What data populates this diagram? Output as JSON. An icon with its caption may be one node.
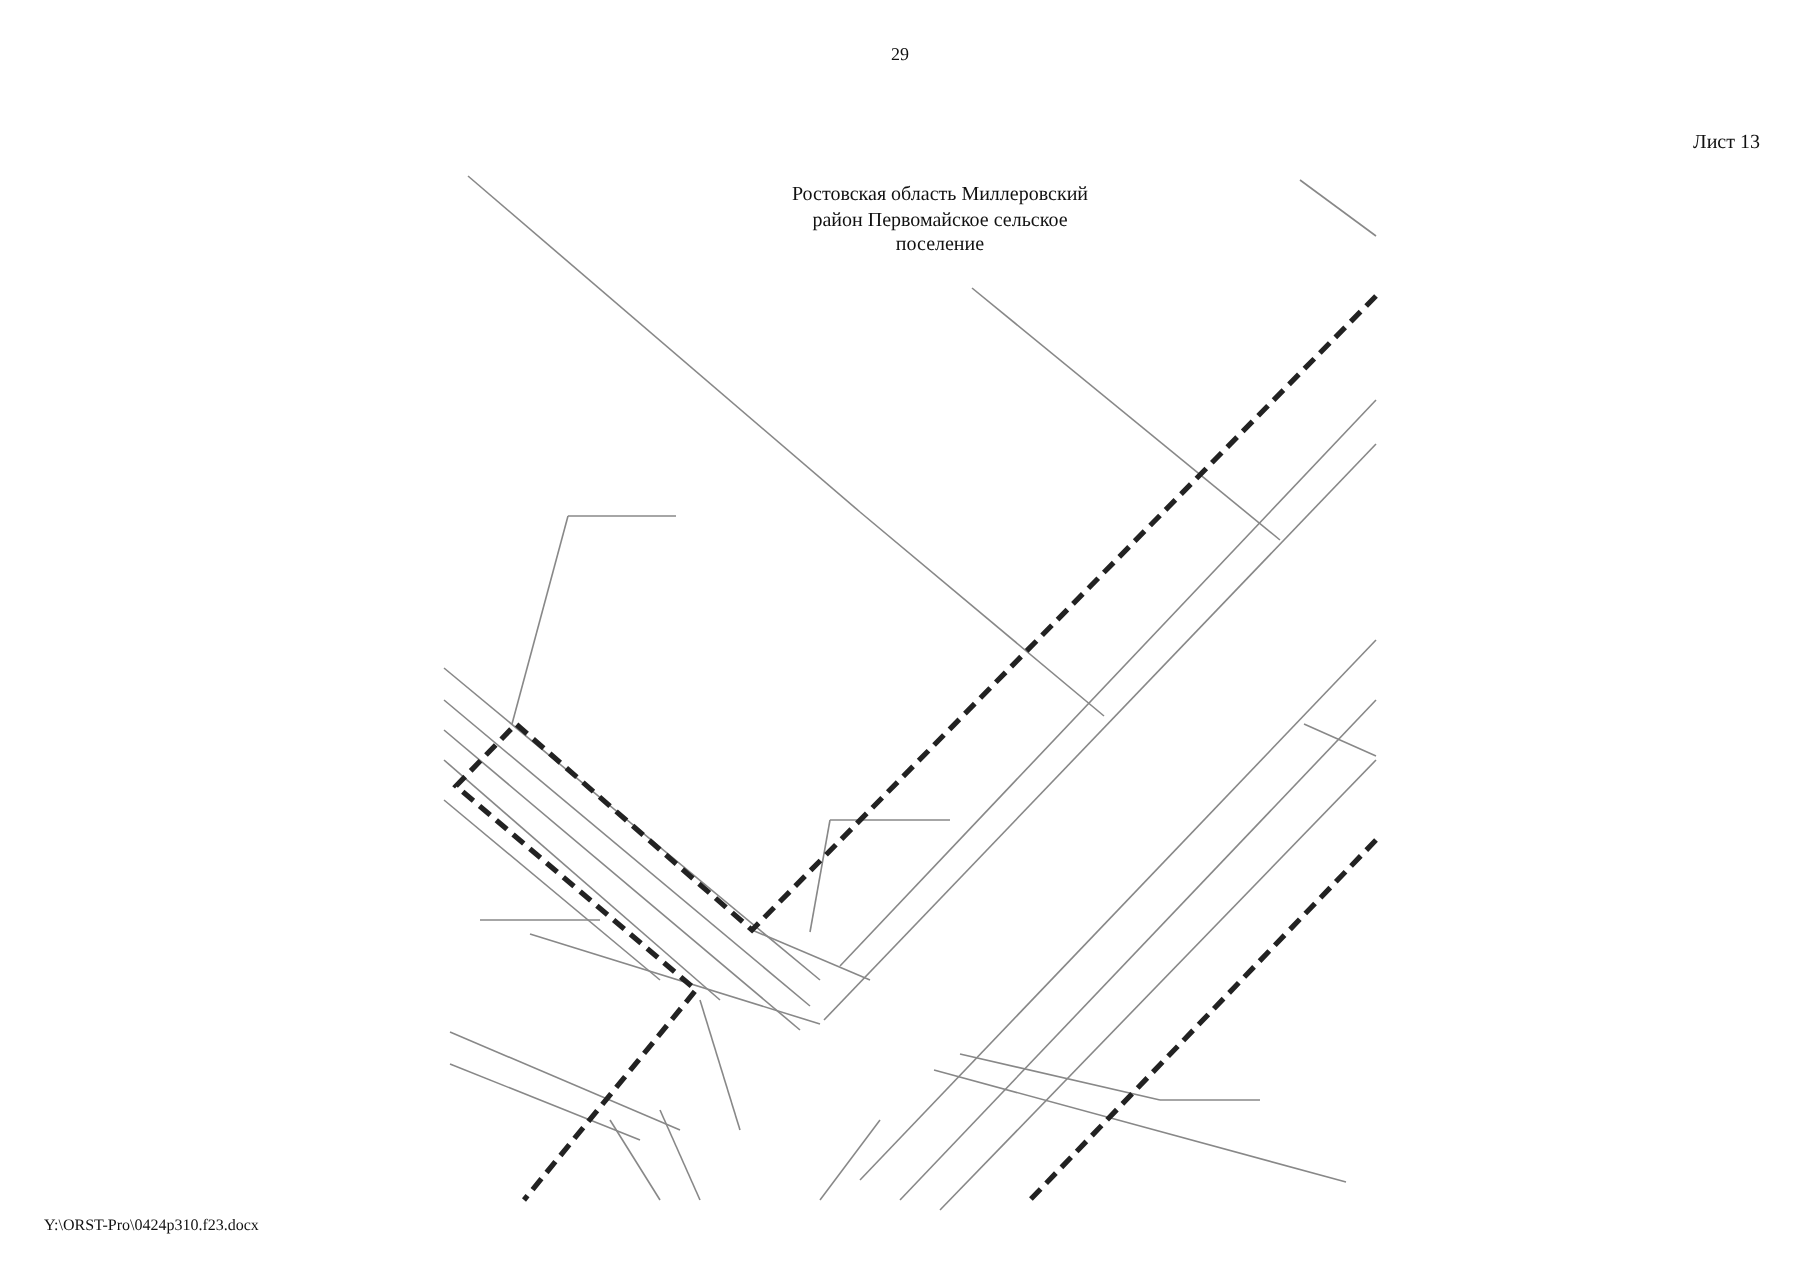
{
  "diagram": {
    "labels": [
      "29",
      "Лист 13",
      "Ростовская область Миллеровский район Первомайское сельское поселение",
      "Y:\\ORST-Pro\\0424p310.f23.docx"
    ]
  }
}
